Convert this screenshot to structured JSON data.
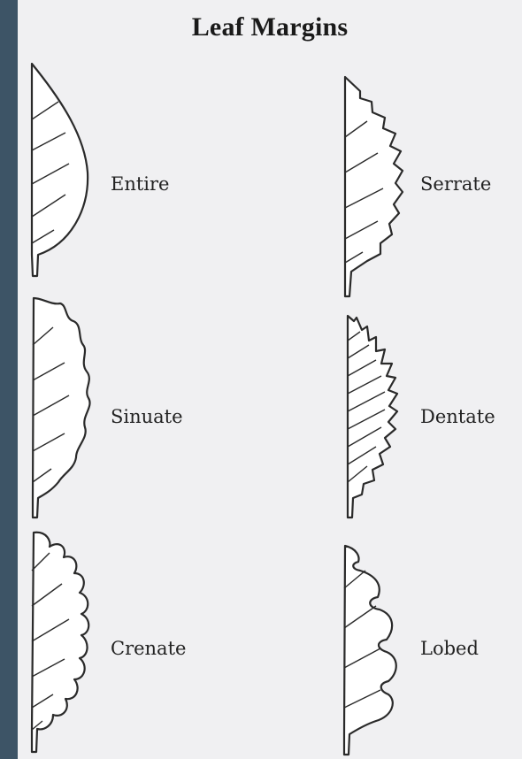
{
  "title": "Leaf Margins",
  "leaves": [
    {
      "label": "Entire"
    },
    {
      "label": "Serrate"
    },
    {
      "label": "Sinuate"
    },
    {
      "label": "Dentate"
    },
    {
      "label": "Crenate"
    },
    {
      "label": "Lobed"
    }
  ]
}
